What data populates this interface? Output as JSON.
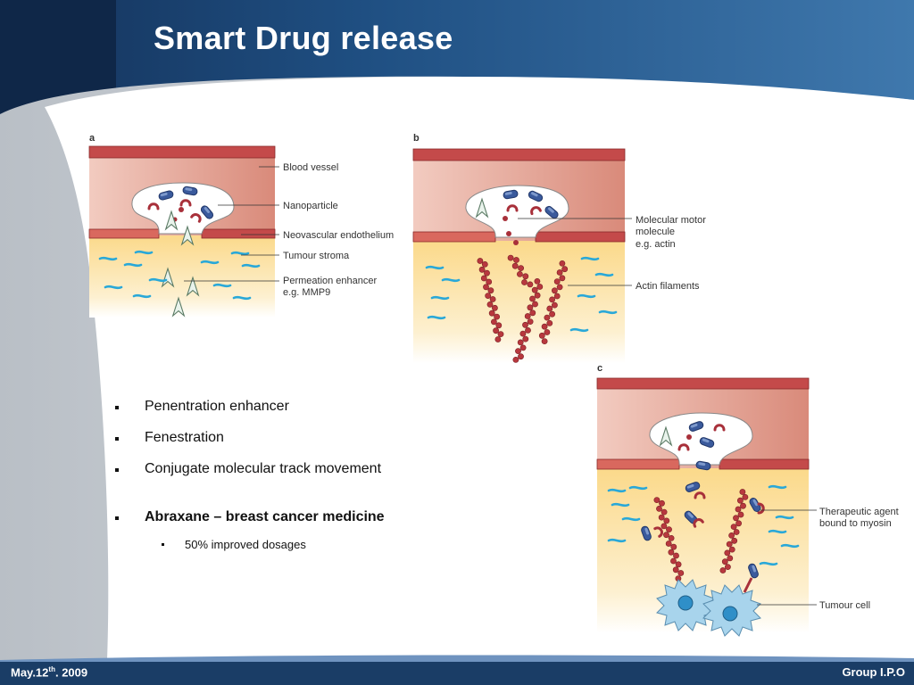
{
  "title": "Smart Drug release",
  "panels": {
    "a": {
      "letter": "a",
      "labels": [
        "Blood vessel",
        "Nanoparticle",
        "Neovascular endothelium",
        "Tumour stroma",
        "Permeation enhancer",
        "e.g. MMP9"
      ]
    },
    "b": {
      "letter": "b",
      "labels": [
        "Molecular motor",
        "molecule",
        "e.g. actin",
        "Actin filaments"
      ]
    },
    "c": {
      "letter": "c",
      "labels": [
        "Therapeutic agent",
        "bound to myosin",
        "Tumour cell"
      ]
    }
  },
  "bullets": [
    "Penentration enhancer",
    "Fenestration",
    "Conjugate molecular track movement",
    "Abraxane – breast cancer medicine"
  ],
  "sub_bullet": "50% improved dosages",
  "footer": {
    "date_prefix": "May.12",
    "date_sup": "th",
    "date_suffix": ". 2009",
    "group": "Group I.P.O"
  },
  "colors": {
    "vessel_wall": "#c44a4a",
    "vessel_fill": "#e8a090",
    "stroma": "#fde6b0",
    "stroma_lines": "#29a8d8",
    "nanoparticle_blue": "#3a5a9c",
    "motor_red": "#a8303a",
    "tumour_cell": "#a8d4ec"
  }
}
